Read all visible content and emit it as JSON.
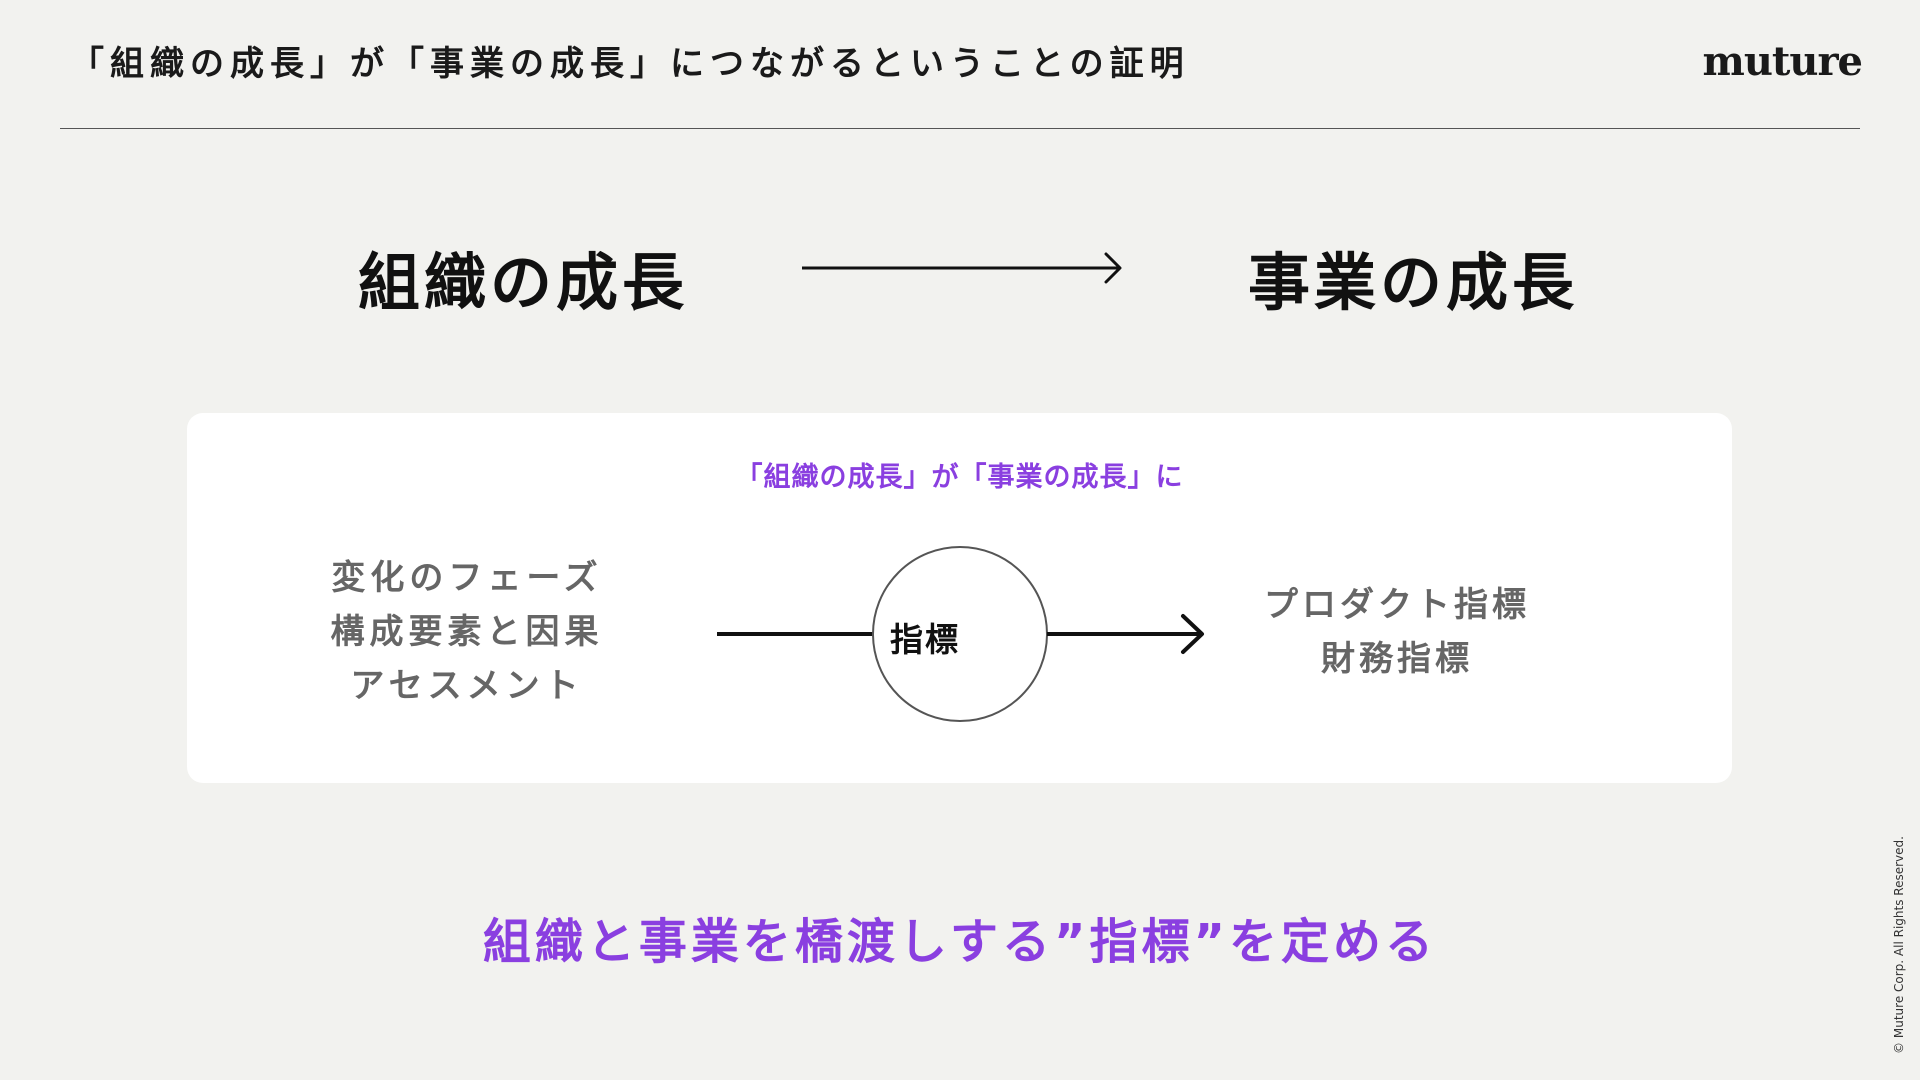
{
  "header": {
    "title": "「組織の成長」が「事業の成長」につながるということの証明",
    "logo_text": "muture"
  },
  "main": {
    "left_heading": "組織の成長",
    "right_heading": "事業の成長"
  },
  "card": {
    "caption": "「組織の成長」が「事業の成長」に",
    "left_items": [
      "変化のフェーズ",
      "構成要素と因果",
      "アセスメント"
    ],
    "center_label": "指標",
    "right_items": [
      "プロダクト指標",
      "財務指標"
    ]
  },
  "tagline": "組織と事業を橋渡しする”指標”を定める",
  "footer": {
    "copyright": "© Muture Corp. All Rights Reserved."
  },
  "colors": {
    "background": "#f2f2ef",
    "accent": "#8a3fe0",
    "card": "#ffffff"
  }
}
